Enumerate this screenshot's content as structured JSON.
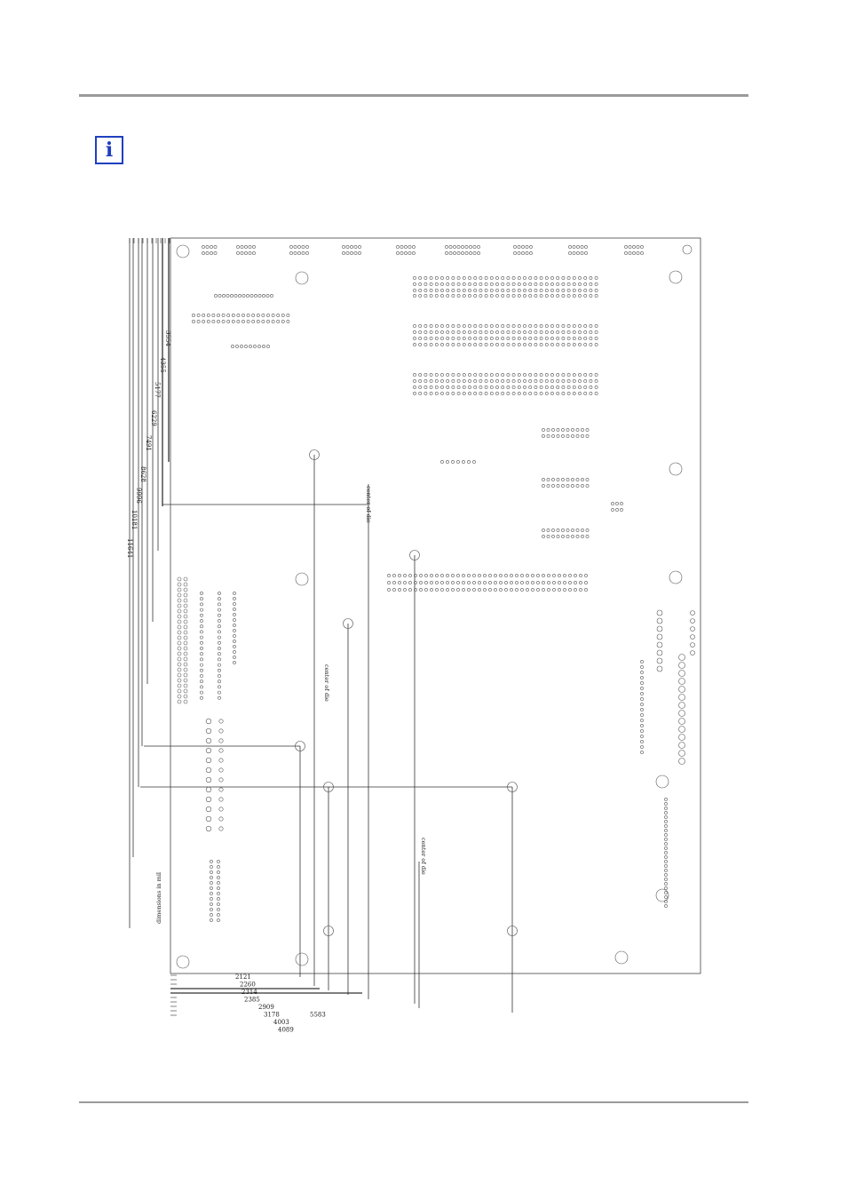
{
  "info_icon": {
    "icon": "info-icon",
    "glyph": "i",
    "color": "#1f3fbf"
  },
  "drawing": {
    "units_note": "dimensions in mil",
    "center_labels": [
      "center of die",
      "center of die",
      "center of die"
    ],
    "bottom_dimensions": [
      "2121",
      "2260",
      "2314",
      "2385",
      "2909",
      "3178",
      "4003",
      "4089",
      "5583"
    ],
    "left_dimensions": [
      "3554",
      "4355",
      "5177",
      "6229",
      "7491",
      "8628",
      "9996",
      "10181",
      "11641"
    ]
  }
}
